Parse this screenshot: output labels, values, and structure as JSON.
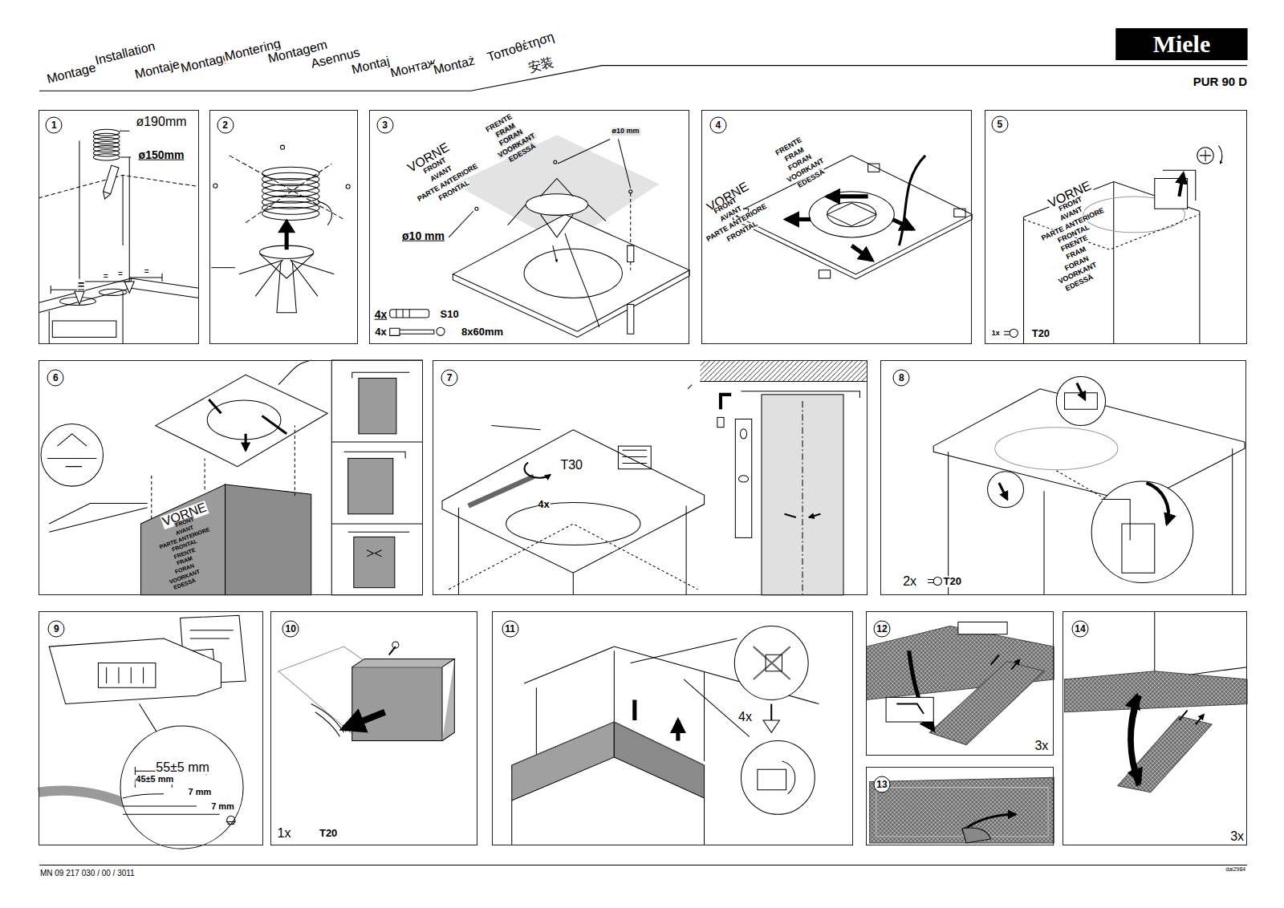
{
  "diagram": {
    "nodes": [
      {
        "text": [
          "1",
          "ø190mm",
          "ø150mm",
          "=",
          "=",
          "=",
          "="
        ]
      },
      {
        "text": [
          "2"
        ]
      },
      {
        "text": [
          "3",
          "VORNE",
          "FRONT",
          "AVANT",
          "PARTE ANTERIORE",
          "FRONTAL",
          "FRENTE",
          "FRAM",
          "FORAN",
          "VOORKANT",
          "EDESSÄ",
          "ø10 mm",
          "ø10 mm",
          "4x",
          "S10",
          "4x",
          "8x60mm"
        ]
      },
      {
        "text": [
          "4",
          "VORNE",
          "FRONT",
          "AVANT",
          "PARTE ANTERIORE",
          "FRONTAL",
          "FRENTE",
          "FRAM",
          "FORAN",
          "VOORKANT",
          "EDESSÄ"
        ]
      },
      {
        "text": [
          "5",
          "VORNE",
          "FRONT",
          "AVANT",
          "PARTE ANTERIORE",
          "FRONTAL",
          "FRENTE",
          "FRAM",
          "FORAN",
          "VOORKANT",
          "EDESSÄ",
          "1x",
          "T20"
        ]
      },
      {
        "text": [
          "6",
          "VORNE",
          "FRONT",
          "AVANT",
          "PARTE ANTERIORE",
          "FRONTAL",
          "FRENTE",
          "FRAM",
          "FORAN",
          "VOORKANT",
          "EDESSÄ"
        ]
      },
      {
        "text": [
          "7",
          "T30",
          "4x"
        ]
      },
      {
        "text": [
          "8",
          "2x",
          "T20"
        ]
      },
      {
        "text": [
          "9",
          "55±5 mm",
          "45±5 mm",
          "7 mm",
          "7 mm"
        ]
      },
      {
        "text": [
          "10",
          "1x",
          "T20"
        ]
      },
      {
        "text": [
          "11",
          "4x"
        ]
      },
      {
        "text": [
          "12",
          "3x"
        ]
      },
      {
        "text": [
          "13"
        ]
      },
      {
        "text": [
          "14",
          "3x"
        ]
      }
    ],
    "labels": [
      "Montage",
      "Installation",
      "Montaje",
      "Montaggio",
      "Montering",
      "Montagem",
      "Asennus",
      "Montaj",
      "Монтаж",
      "Montaż",
      "Τοποθέτηση",
      "安装",
      "Miele",
      "PUR 90 D",
      "MN 09 217 030 / 00 / 3011",
      "dai2984"
    ]
  }
}
